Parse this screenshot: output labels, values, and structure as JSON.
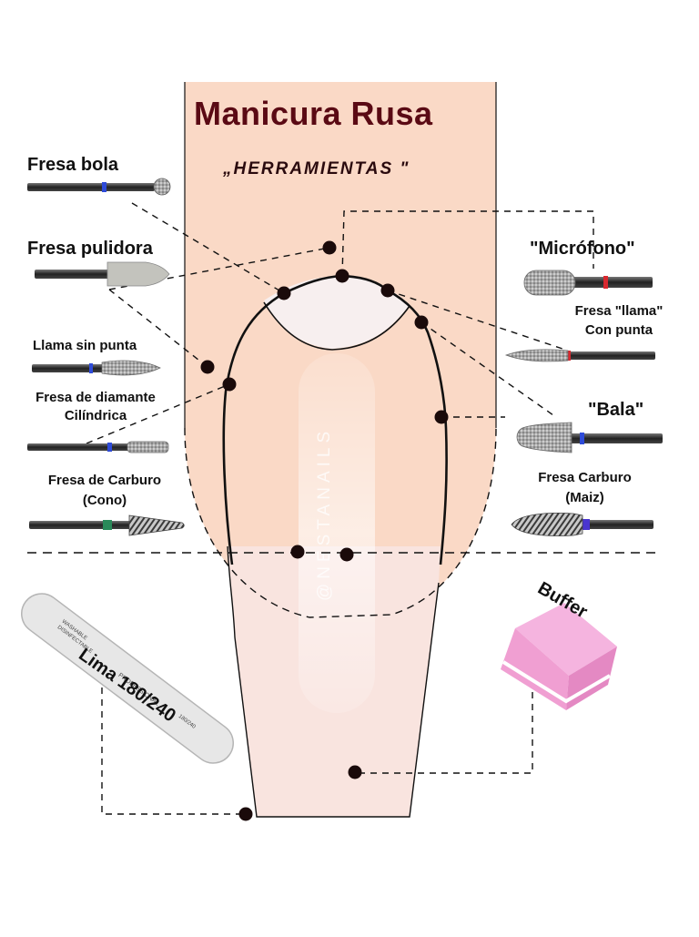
{
  "title": "Manicura Rusa",
  "subtitle": "„HERRAMIENTAS \"",
  "watermark": "@NESTANAILS",
  "tools": {
    "fresa_bola": "Fresa bola",
    "fresa_pulidora": "Fresa pulidora",
    "llama_sin_punta": "Llama sin punta",
    "diamante_cilindrica_1": "Fresa de diamante",
    "diamante_cilindrica_2": "Cilíndrica",
    "carburo_cono_1": "Fresa de Carburo",
    "carburo_cono_2": "(Cono)",
    "microfono": "\"Micrófono\"",
    "llama_con_punta_1": "Fresa \"llama\"",
    "llama_con_punta_2": "Con punta",
    "bala": "\"Bala\"",
    "carburo_maiz_1": "Fresa Carburo",
    "carburo_maiz_2": "(Maiz)",
    "lima": "Lima 180/240",
    "buffer": "Buffer"
  },
  "file_text": {
    "line1": "WASHABLE",
    "line2": "DISINFECTABLE",
    "line3": "PROFESSIONAL",
    "line4": "180/240"
  },
  "colors": {
    "skin": "#fad9c6",
    "nail": "#f9e4df",
    "cuticle": "#f7efef",
    "title": "#5a0a14",
    "buffer": "#f3a3d8",
    "dot": "#1a0a0a"
  }
}
